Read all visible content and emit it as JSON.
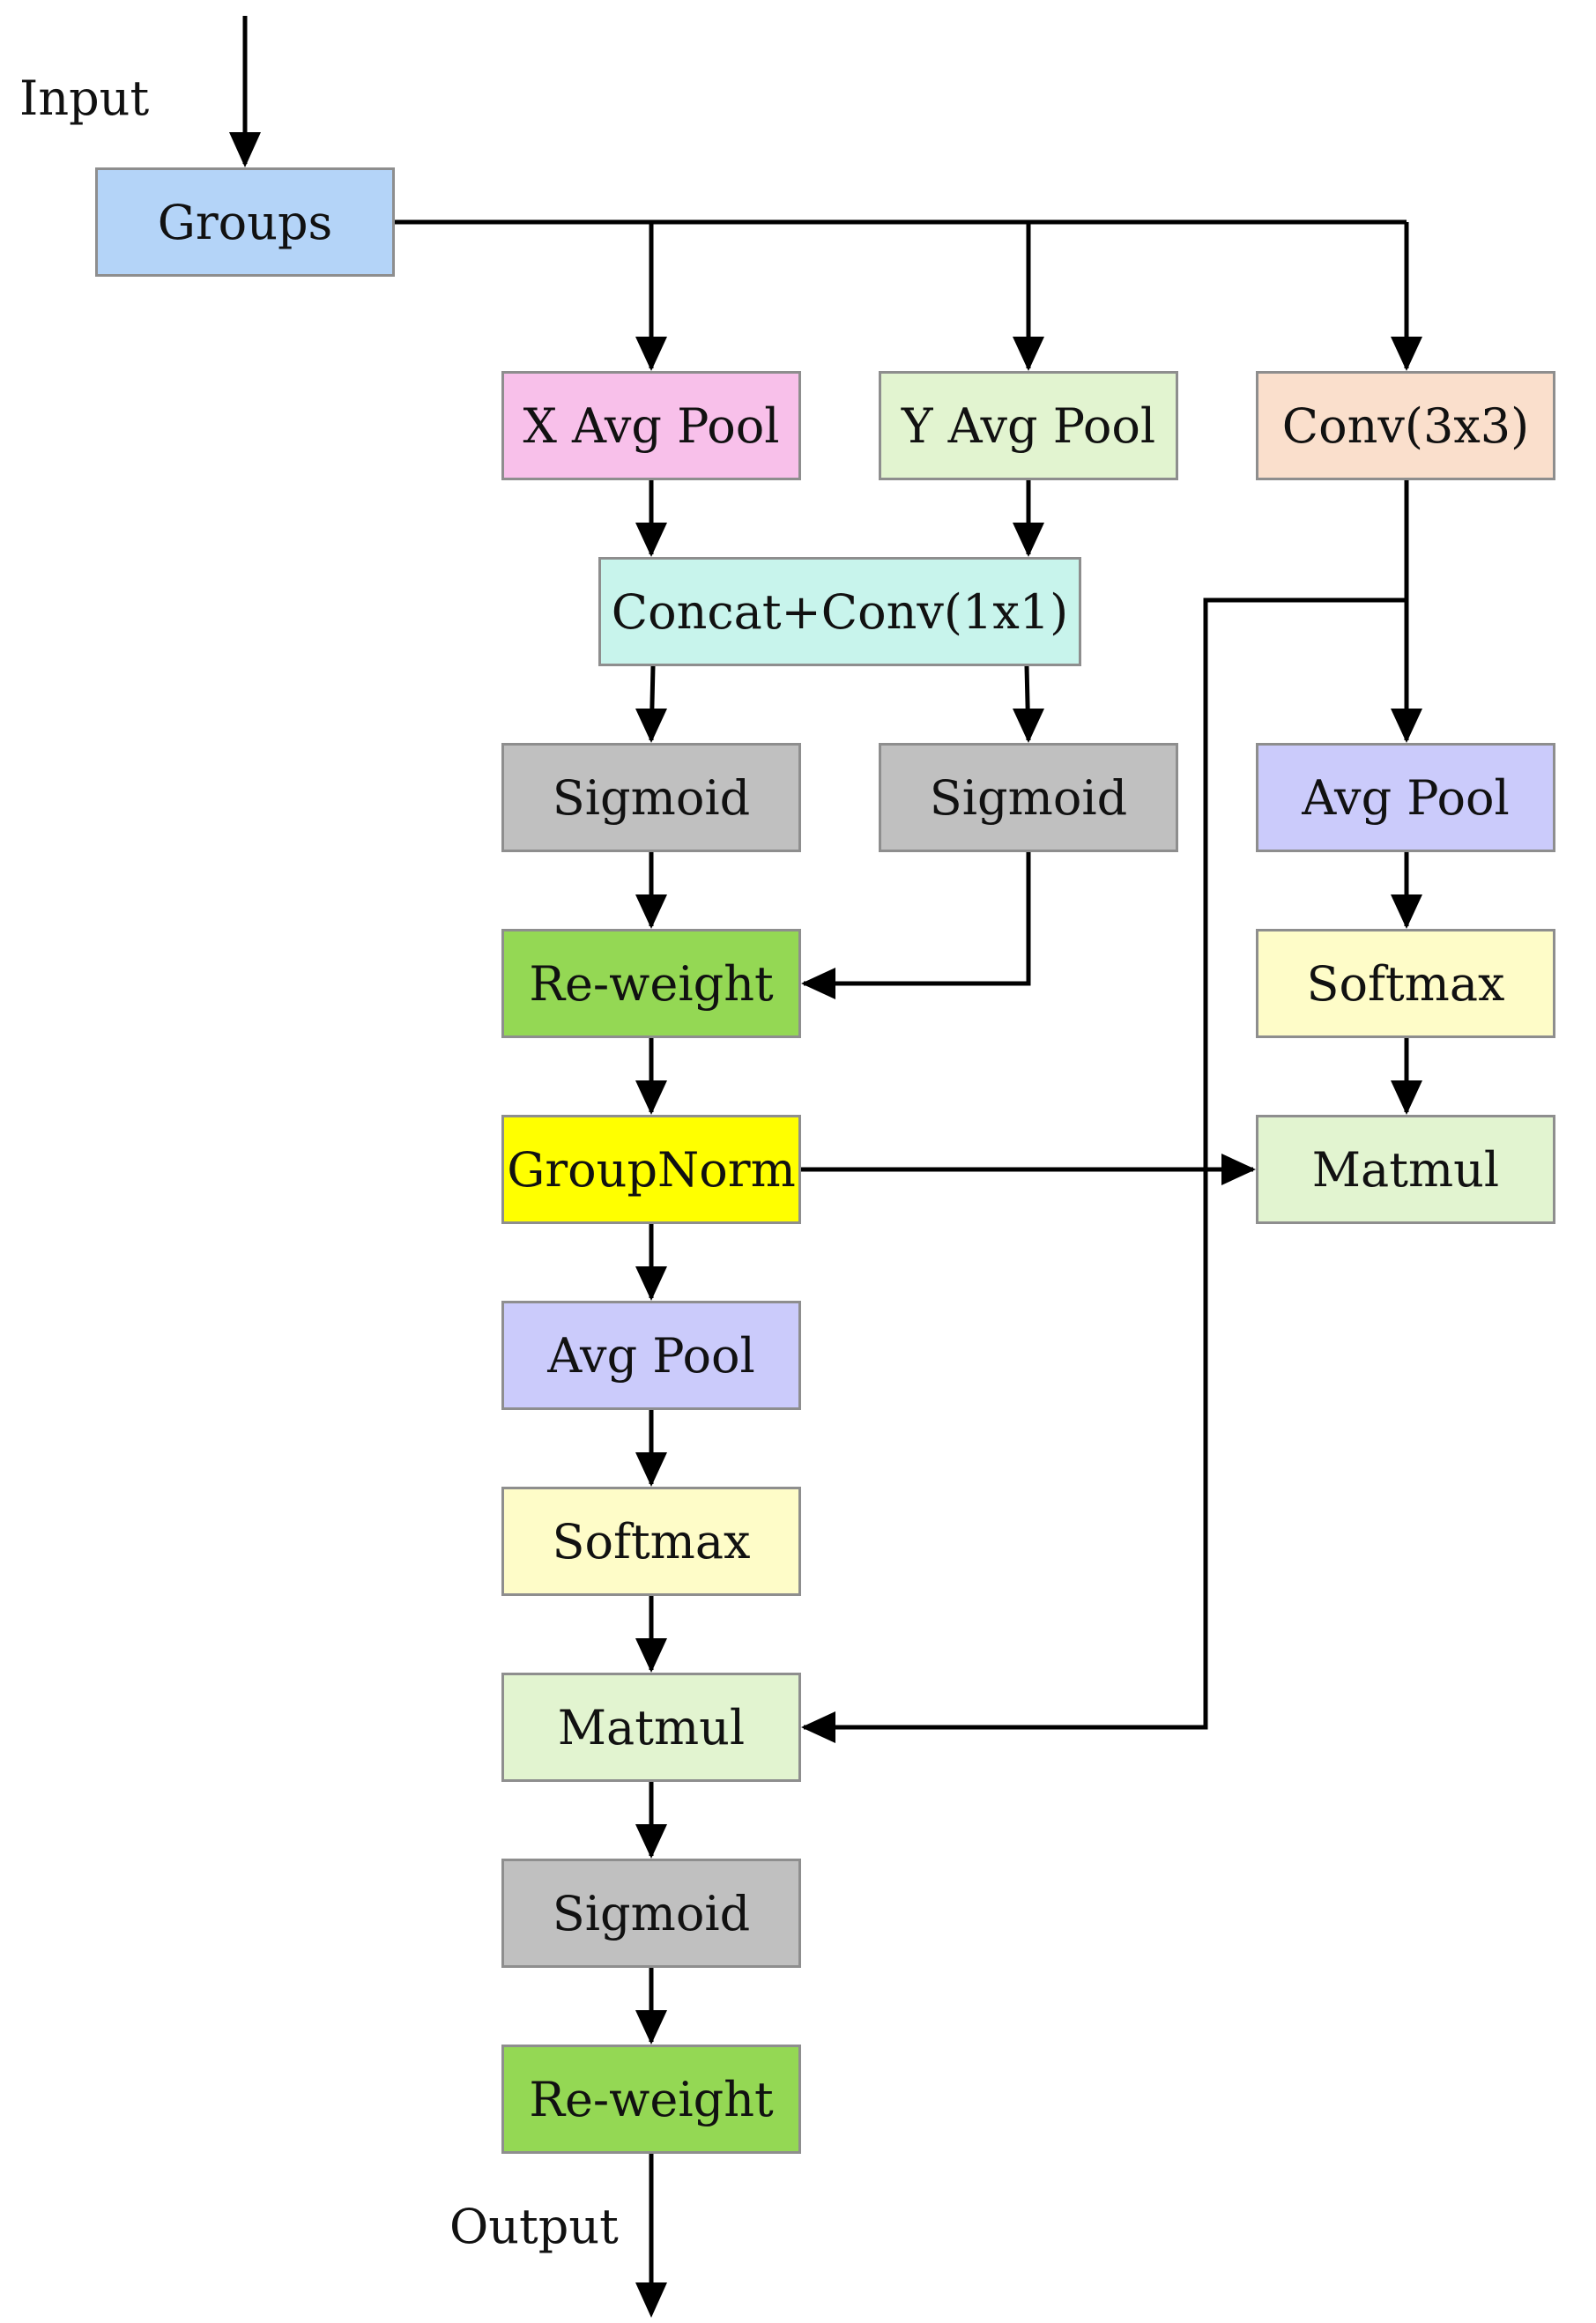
{
  "colors": {
    "groups": "#b4d4f8",
    "x_avg_pool": "#f8c0ea",
    "y_avg_pool": "#e2f4d0",
    "conv3x3": "#fadfcc",
    "concat_conv": "#c8f4ec",
    "sigmoid": "#c0c0c0",
    "reweight": "#94d854",
    "groupnorm": "#ffff00",
    "avg_pool": "#cbcbfb",
    "softmax": "#fefcc8",
    "matmul": "#e2f4d0",
    "wire": "#000000"
  },
  "labels": {
    "input": "Input",
    "output": "Output"
  },
  "nodes": {
    "groups": "Groups",
    "x_avg_pool": "X Avg Pool",
    "y_avg_pool": "Y Avg Pool",
    "conv3x3": "Conv(3x3)",
    "concat_conv": "Concat+Conv(1x1)",
    "sigmoid_x": "Sigmoid",
    "sigmoid_y": "Sigmoid",
    "reweight_1": "Re-weight",
    "groupnorm": "GroupNorm",
    "avg_pool_left": "Avg Pool",
    "softmax_left": "Softmax",
    "matmul_left": "Matmul",
    "sigmoid_out": "Sigmoid",
    "reweight_2": "Re-weight",
    "avg_pool_right": "Avg Pool",
    "softmax_right": "Softmax",
    "matmul_right": "Matmul"
  }
}
